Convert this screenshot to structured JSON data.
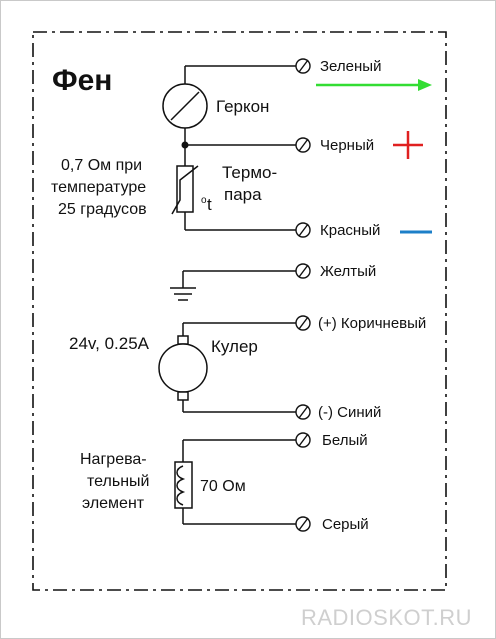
{
  "title": "Фен",
  "watermark": "RADIOSKOT.RU",
  "colors": {
    "green": "#33dd33",
    "red": "#e02020",
    "blue": "#1c7fc8",
    "line": "#111111"
  },
  "components": {
    "reed": "Геркон",
    "thermistor_note": [
      "0,7 Ом при",
      "температуре",
      "25 градусов"
    ],
    "thermistor_symbol": "t",
    "thermocouple": [
      "Термо-",
      "пара"
    ],
    "fan": "Кулер",
    "fan_rating": "24v, 0.25A",
    "heater": [
      "Нагрева-",
      "тельный",
      "элемент"
    ],
    "heater_value": "70 Ом"
  },
  "wires": {
    "green": "Зеленый",
    "black": "Черный",
    "red": "Красный",
    "yellow": "Желтый",
    "brown": "(+) Коричневый",
    "blue": "(-) Синий",
    "white": "Белый",
    "gray": "Серый"
  }
}
